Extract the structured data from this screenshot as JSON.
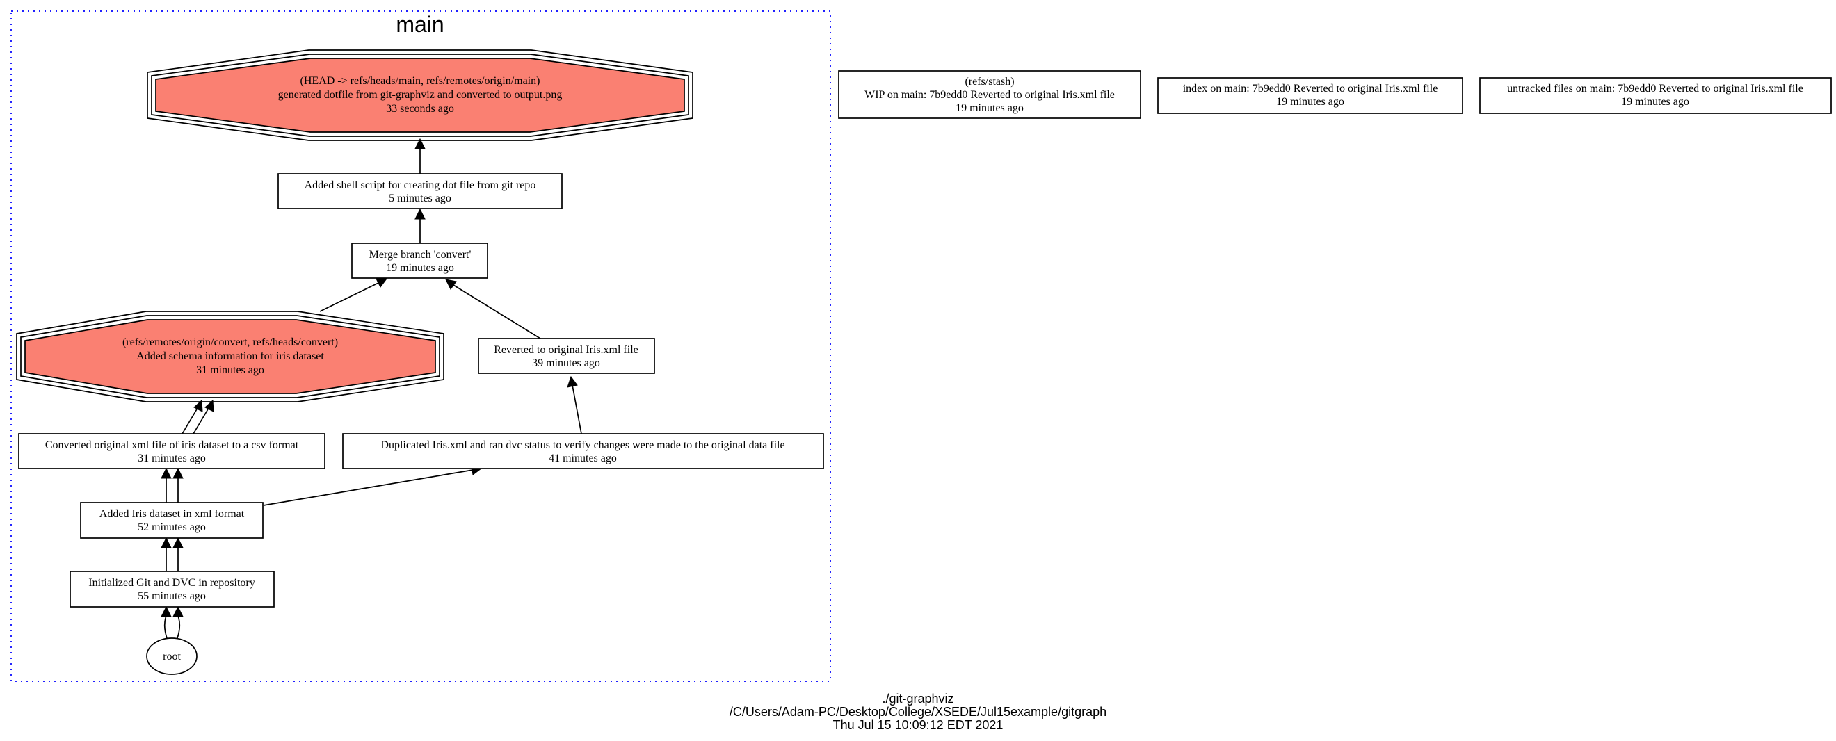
{
  "cluster": {
    "title": "main"
  },
  "nodes": {
    "head": {
      "line1": "(HEAD -> refs/heads/main, refs/remotes/origin/main)",
      "line2": "generated dotfile from git-graphviz and converted to output.png",
      "line3": "33 seconds ago"
    },
    "shell_script": {
      "line1": "Added shell script for creating dot file from git repo",
      "line2": "5 minutes ago"
    },
    "merge": {
      "line1": "Merge branch 'convert'",
      "line2": "19 minutes ago"
    },
    "convert_branch": {
      "line1": "(refs/remotes/origin/convert, refs/heads/convert)",
      "line2": "Added schema information for iris dataset",
      "line3": "31 minutes ago"
    },
    "reverted": {
      "line1": "Reverted to original Iris.xml file",
      "line2": "39 minutes ago"
    },
    "converted_csv": {
      "line1": "Converted original xml file of iris dataset to a csv format",
      "line2": "31 minutes ago"
    },
    "duplicated": {
      "line1": "Duplicated Iris.xml and ran dvc status to verify changes were made to the original data file",
      "line2": "41 minutes ago"
    },
    "added_iris": {
      "line1": "Added Iris dataset in xml format",
      "line2": "52 minutes ago"
    },
    "initialized": {
      "line1": "Initialized Git and DVC in repository",
      "line2": "55 minutes ago"
    },
    "root": {
      "label": "root"
    },
    "stash": {
      "line1": "(refs/stash)",
      "line2": "WIP on main: 7b9edd0 Reverted to original Iris.xml file",
      "line3": "19 minutes ago"
    },
    "index": {
      "line1": "index on main: 7b9edd0 Reverted to original Iris.xml file",
      "line2": "19 minutes ago"
    },
    "untracked": {
      "line1": "untracked files on main: 7b9edd0 Reverted to original Iris.xml file",
      "line2": "19 minutes ago"
    }
  },
  "footer": {
    "line1": "./git-graphviz",
    "line2": "/C/Users/Adam-PC/Desktop/College/XSEDE/Jul15example/gitgraph",
    "line3": "Thu Jul 15 10:09:12 EDT 2021"
  },
  "colors": {
    "branch_fill": "#fa8072",
    "cluster_border": "#0000ff",
    "stroke": "#000000"
  }
}
